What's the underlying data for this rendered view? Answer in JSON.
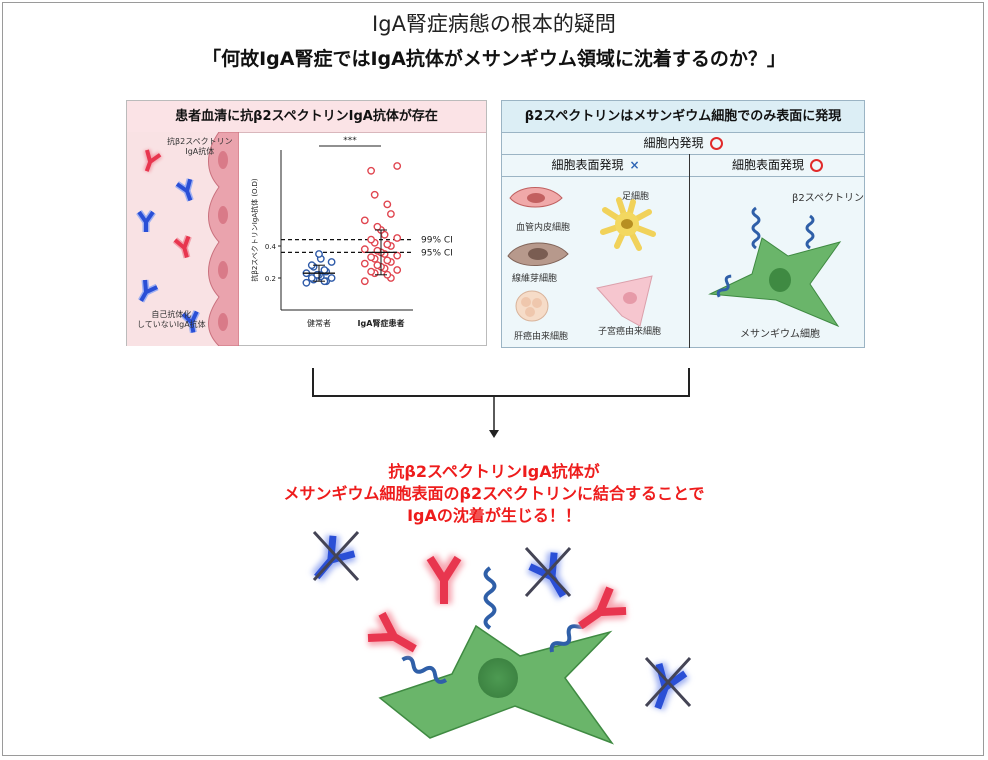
{
  "title": "IgA腎症病態の根本的疑問",
  "subtitle": "「何故IgA腎症ではIgA抗体がメサンギウム領域に沈着するのか？」",
  "left_panel": {
    "header": "患者血清に抗β2スペクトリンIgA抗体が存在",
    "vessel_label_top_1": "抗β2スペクトリン",
    "vessel_label_top_2": "IgA抗体",
    "vessel_label_bottom_1": "自己抗体化",
    "vessel_label_bottom_2": "していないIgA抗体"
  },
  "chart_data": {
    "type": "scatter",
    "title": "",
    "ylabel": "抗β2スペクトリンIgA抗体 (O.D)",
    "categories": [
      "健常者",
      "IgA腎症患者"
    ],
    "category_bold": [
      false,
      true
    ],
    "yticks": [
      0.2,
      0.4
    ],
    "ylim": [
      0.0,
      1.0
    ],
    "significance": "***",
    "reference_lines": [
      {
        "label": "99% CI",
        "value": 0.44
      },
      {
        "label": "95% CI",
        "value": 0.36
      }
    ],
    "series": [
      {
        "category": "健常者",
        "color": "#2e5aa8",
        "values": [
          0.17,
          0.18,
          0.18,
          0.19,
          0.2,
          0.2,
          0.21,
          0.22,
          0.22,
          0.23,
          0.24,
          0.25,
          0.27,
          0.28,
          0.3,
          0.32,
          0.35
        ],
        "mean": 0.23,
        "sd_low": 0.18,
        "sd_high": 0.28
      },
      {
        "category": "IgA腎症患者",
        "color": "#e0454f",
        "values": [
          0.18,
          0.2,
          0.22,
          0.23,
          0.24,
          0.25,
          0.26,
          0.27,
          0.28,
          0.29,
          0.3,
          0.31,
          0.32,
          0.33,
          0.34,
          0.35,
          0.36,
          0.37,
          0.38,
          0.4,
          0.41,
          0.42,
          0.44,
          0.45,
          0.47,
          0.5,
          0.52,
          0.56,
          0.6,
          0.66,
          0.72,
          0.87,
          0.9
        ],
        "mean": 0.36,
        "sd_low": 0.22,
        "sd_high": 0.5
      }
    ]
  },
  "right_panel": {
    "header": "β2スペクトリンはメサンギウム細胞でのみ表面に発現",
    "row_intracellular": "細胞内発現",
    "col_left_header": "細胞表面発現",
    "col_right_header": "細胞表面発現",
    "cells_left": [
      "血管内皮細胞",
      "足細胞",
      "線維芽細胞",
      "肝癌由来細胞",
      "子宮癌由来細胞"
    ],
    "spectrin_label": "β2スペクトリン",
    "mesangial_label": "メサンギウム細胞"
  },
  "conclusion": {
    "line1": "抗β2スペクトリンIgA抗体が",
    "line2": "メサンギウム細胞表面のβ2スペクトリンに結合することで",
    "line3": "IgAの沈着が生じる！！"
  },
  "colors": {
    "red_antibody": "#e8364f",
    "blue_antibody": "#2a4fd6",
    "cell_green": "#6ab56a",
    "cell_green_dark": "#4e9a50",
    "spring_blue": "#2f5fa8",
    "conclusion_red": "#ee1c1c"
  }
}
